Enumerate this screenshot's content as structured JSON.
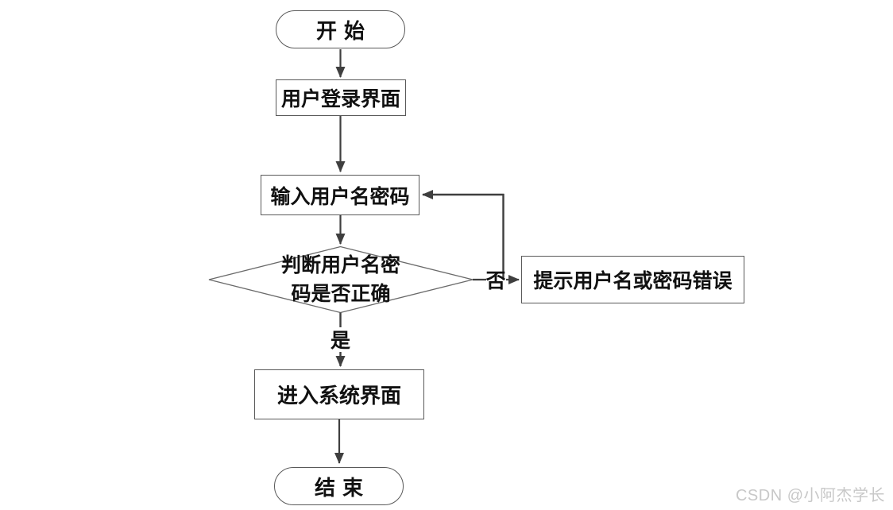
{
  "flowchart": {
    "title_semantic": "user-login-flowchart",
    "nodes": {
      "start": {
        "label": "开始",
        "shape": "terminator"
      },
      "login": {
        "label": "用户登录界面",
        "shape": "process"
      },
      "input": {
        "label": "输入用户名密码",
        "shape": "process"
      },
      "decision": {
        "line1": "判断用户名密",
        "line2": "码是否正确",
        "shape": "decision"
      },
      "error": {
        "label": "提示用户名或密码错误",
        "shape": "process"
      },
      "enter": {
        "label": "进入系统界面",
        "shape": "process"
      },
      "end": {
        "label": "结束",
        "shape": "terminator"
      }
    },
    "edge_labels": {
      "no": "否",
      "yes": "是"
    },
    "colors": {
      "line": "#3f3f3f",
      "shape_border": "#595959",
      "text": "#111111",
      "watermark": "#c8c8c8",
      "background": "#ffffff"
    }
  },
  "watermark": {
    "text": "CSDN @小阿杰学长"
  }
}
